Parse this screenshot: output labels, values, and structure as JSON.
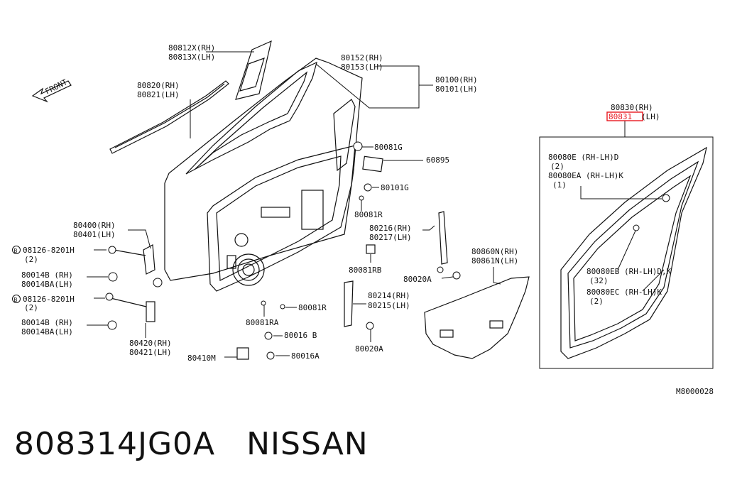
{
  "labels": {
    "p80812": "80812X(RH)",
    "p80813": "80813X(LH)",
    "front": "FRONT",
    "p80820": "80820(RH)",
    "p80821": "80821(LH)",
    "p80152": "80152(RH)",
    "p80153": "80153(LH)",
    "p80100": "80100(RH)",
    "p80101": "80101(LH)",
    "p80081g": "80081G",
    "p60895": "60895",
    "p80101g": "80101G",
    "p80081r": "80081R",
    "p80216": "80216(RH)",
    "p80217": "80217(LH)",
    "p80081rb": "80081RB",
    "p80400": "80400(RH)",
    "p80401": "80401(LH)",
    "bolt1": "08126-8201H",
    "bolt1_qty": "(2)",
    "p80014b1": "80014B (RH)",
    "p80014ba1": "80014BA(LH)",
    "bolt2": "08126-8201H",
    "bolt2_qty": "(2)",
    "p80014b2": "80014B (RH)",
    "p80014ba2": "80014BA(LH)",
    "p80420": "80420(RH)",
    "p80421": "80421(LH)",
    "p80410m": "80410M",
    "p80016b": "80016 B",
    "p80016a": "80016A",
    "p80081ra": "80081RA",
    "p80081r2": "80081R",
    "p80214": "80214(RH)",
    "p80215": "80215(LH)",
    "p80020a1": "80020A",
    "p80020a2": "80020A",
    "p80860n": "80860N(RH)",
    "p80861n": "80861N(LH)",
    "p80830": "80830(RH)",
    "p80831_code": "80831",
    "p80831_side": "(LH)",
    "p80080e": "80080E  (RH-LH)D",
    "p80080e_qty": "(2)",
    "p80080ea": "80080EA (RH-LH)K",
    "p80080ea_qty": "(1)",
    "p80080eb": "80080EB (RH-LH)D,K",
    "p80080eb_qty": "(32)",
    "p80080ec": "80080EC (RH-LH)K",
    "p80080ec_qty": "(2)",
    "bolt_symbol": "B",
    "diagram_code": "M8000028"
  },
  "caption": {
    "part_number": "808314JG0A",
    "brand": "NISSAN"
  },
  "colors": {
    "line": "#111111",
    "highlight": "#e8181f",
    "background": "#ffffff"
  }
}
